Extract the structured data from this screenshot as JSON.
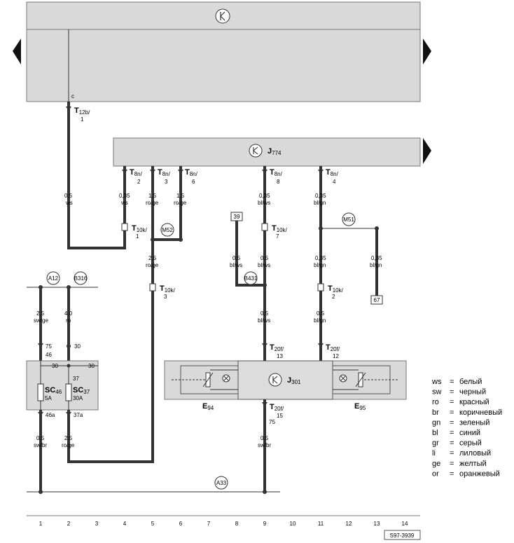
{
  "units": {
    "top": {
      "sub": "12b/",
      "num": "1",
      "pin": "c"
    },
    "j774": {
      "name": "J",
      "sub": "774"
    },
    "j301": {
      "name": "J",
      "sub": "301"
    },
    "e94": {
      "name": "E",
      "sub": "94"
    },
    "e95": {
      "name": "E",
      "sub": "95"
    }
  },
  "connectors": {
    "t8n2": {
      "sub": "8n/",
      "num": "2"
    },
    "t8n3": {
      "sub": "8n/",
      "num": "3"
    },
    "t8n6": {
      "sub": "8n/",
      "num": "6"
    },
    "t8n8": {
      "sub": "8n/",
      "num": "8"
    },
    "t8n4": {
      "sub": "8n/",
      "num": "4"
    },
    "t10k1": {
      "sub": "10k/",
      "num": "1"
    },
    "t10k7": {
      "sub": "10k/",
      "num": "7"
    },
    "t10k3": {
      "sub": "10k/",
      "num": "3"
    },
    "t10k2": {
      "sub": "10k/",
      "num": "2"
    },
    "t20f13": {
      "sub": "20f/",
      "num": "13"
    },
    "t20f12": {
      "sub": "20f/",
      "num": "12"
    },
    "t20f15": {
      "sub": "20f/",
      "num": "15",
      "extra": "75"
    }
  },
  "wires": {
    "w1a": {
      "size": "0,5",
      "color": "ws"
    },
    "w4a": {
      "size": "0,35",
      "color": "ws"
    },
    "w5a": {
      "size": "1,5",
      "color": "ro/ge"
    },
    "w6a": {
      "size": "1,5",
      "color": "ro/ge"
    },
    "w5b": {
      "size": "2,5",
      "color": "ro/ge"
    },
    "w9a": {
      "size": "0,35",
      "color": "bl/ws"
    },
    "w9b": {
      "size": "0,5",
      "color": "bl/ws"
    },
    "w8b": {
      "size": "0,5",
      "color": "bl/ws"
    },
    "w9c": {
      "size": "0,5",
      "color": "bl/ws"
    },
    "w11a": {
      "size": "0,35",
      "color": "bl/gn"
    },
    "w11b": {
      "size": "0,35",
      "color": "bl/gn"
    },
    "w13b": {
      "size": "0,35",
      "color": "bl/gn"
    },
    "w11c": {
      "size": "0,5",
      "color": "bl/gn"
    },
    "w1b": {
      "size": "2,5",
      "color": "sw/ge"
    },
    "w2b": {
      "size": "4,0",
      "color": "ro"
    },
    "w1c": {
      "size": "0,5",
      "color": "sw/br"
    },
    "w2c": {
      "size": "2,5",
      "color": "ro/ge"
    },
    "w9d": {
      "size": "0,5",
      "color": "sw/br"
    }
  },
  "nodes": {
    "m52": "M52",
    "m51": "M51",
    "a12": "A12",
    "b316": "B316",
    "b431": "B431",
    "a33": "A33",
    "r39": "39",
    "r67": "67"
  },
  "fuses": {
    "sc46": {
      "name": "SC",
      "num": "46",
      "amp": "5A",
      "in": "75",
      "in2": "46",
      "out": "46a"
    },
    "sc37": {
      "name": "SC",
      "num": "37",
      "amp": "30A",
      "in": "30",
      "in2": "37",
      "out": "37a"
    },
    "bus_left": "30",
    "bus_right": "30"
  },
  "legend": [
    {
      "code": "ws",
      "name": "белый"
    },
    {
      "code": "sw",
      "name": "черный"
    },
    {
      "code": "ro",
      "name": "красный"
    },
    {
      "code": "br",
      "name": "коричневый"
    },
    {
      "code": "gn",
      "name": "зеленый"
    },
    {
      "code": "bl",
      "name": "синий"
    },
    {
      "code": "gr",
      "name": "серый"
    },
    {
      "code": "li",
      "name": "лиловый"
    },
    {
      "code": "ge",
      "name": "желтый"
    },
    {
      "code": "or",
      "name": "оранжевый"
    }
  ],
  "legend_sep": "=",
  "columns": [
    "1",
    "2",
    "3",
    "4",
    "5",
    "6",
    "7",
    "8",
    "9",
    "10",
    "11",
    "12",
    "13",
    "14"
  ],
  "figure_id": "S97-3939",
  "t_letter": "T"
}
